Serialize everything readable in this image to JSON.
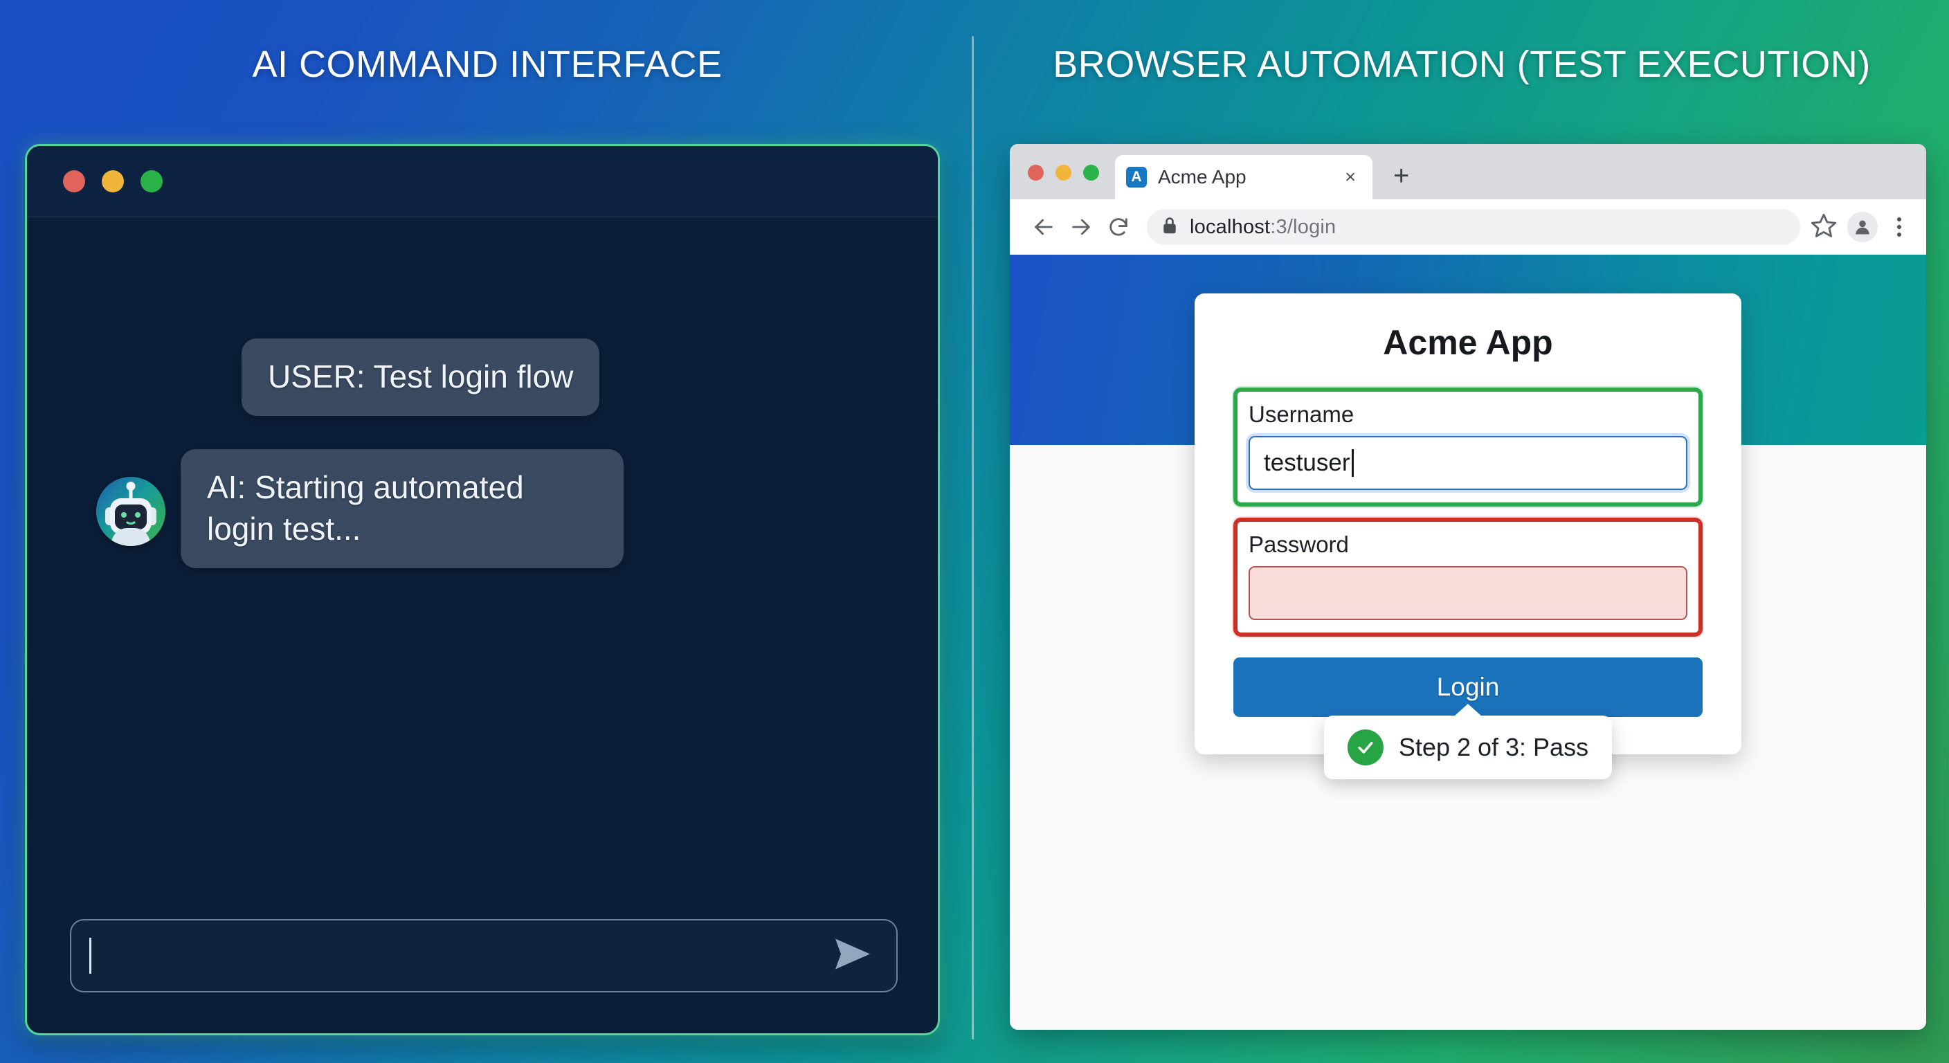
{
  "panels": {
    "left_title": "AI COMMAND INTERFACE",
    "right_title": "BROWSER AUTOMATION (TEST EXECUTION)"
  },
  "ai_window": {
    "traffic_lights": [
      "close-red",
      "minimize-yellow",
      "maximize-green"
    ],
    "messages": [
      {
        "role": "user",
        "text": "USER: Test login flow"
      },
      {
        "role": "ai",
        "text": "AI: Starting automated login test..."
      }
    ],
    "input": {
      "value": "",
      "placeholder": "",
      "send_icon": "send-paper-plane-icon"
    }
  },
  "browser": {
    "traffic_lights": [
      "close-red",
      "minimize-yellow",
      "maximize-green"
    ],
    "tab": {
      "favicon_letter": "A",
      "title": "Acme App",
      "close_label": "×"
    },
    "new_tab_label": "+",
    "toolbar": {
      "back_icon": "arrow-left-icon",
      "forward_icon": "arrow-right-icon",
      "reload_icon": "reload-icon",
      "lock_icon": "lock-icon",
      "url_host": "localhost",
      "url_path": ":3/login",
      "bookmark_icon": "star-icon",
      "profile_icon": "profile-avatar-icon",
      "menu_icon": "kebab-menu-icon"
    },
    "page": {
      "card_title": "Acme App",
      "fields": [
        {
          "label": "Username",
          "value": "testuser",
          "state": "pass",
          "focused": true,
          "highlight_color": "#2aa84a"
        },
        {
          "label": "Password",
          "value": "",
          "state": "active",
          "focused": false,
          "highlight_color": "#cb2f26"
        }
      ],
      "login_button": "Login",
      "button_color": "#1b73bc",
      "tooltip": {
        "icon": "check-circle-icon",
        "text": "Step 2 of 3: Pass",
        "icon_color": "#27a444"
      }
    }
  }
}
